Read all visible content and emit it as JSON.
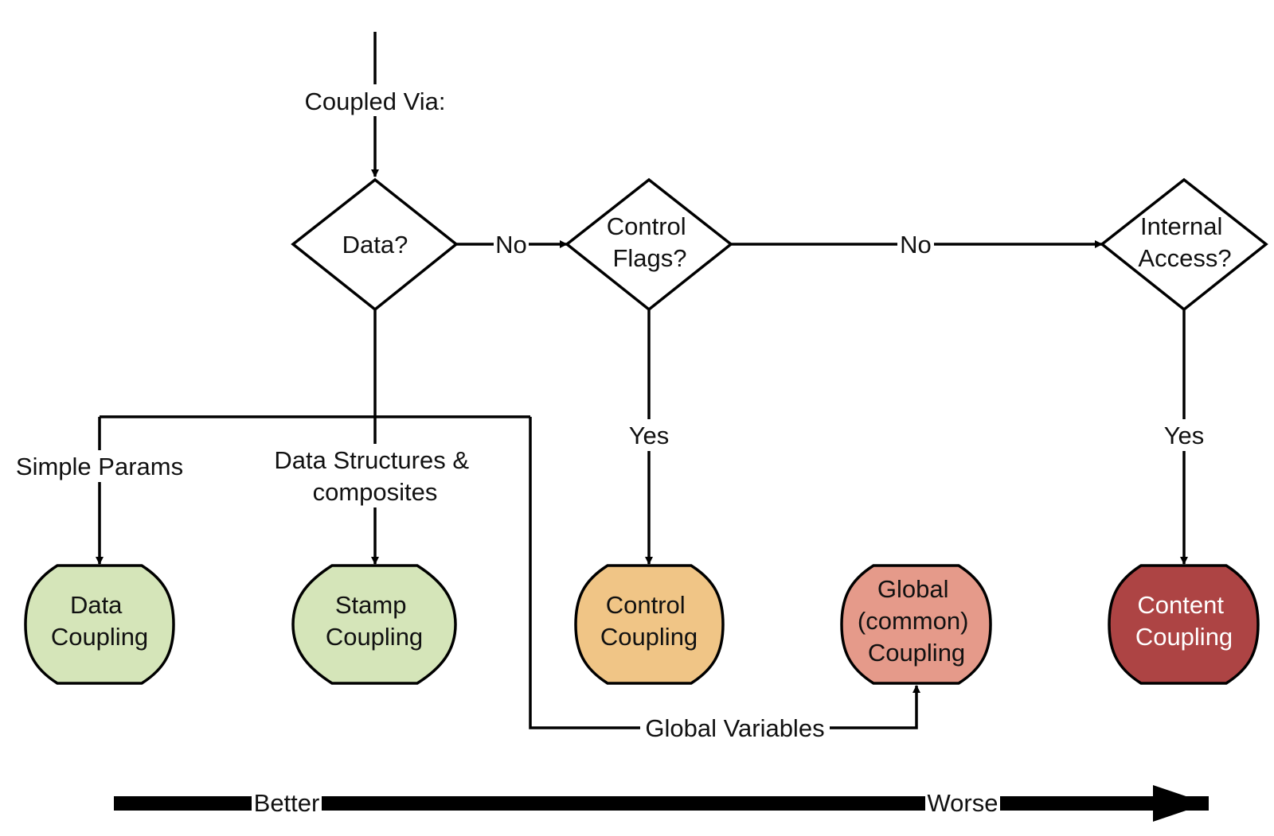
{
  "nodes": {
    "decision_data": {
      "lines": [
        "Data?"
      ]
    },
    "decision_control": {
      "lines": [
        "Control",
        "Flags?"
      ]
    },
    "decision_internal": {
      "lines": [
        "Internal",
        "Access?"
      ]
    },
    "outcome_data": {
      "lines": [
        "Data",
        "Coupling"
      ],
      "fill": "#d5e5b9"
    },
    "outcome_stamp": {
      "lines": [
        "Stamp",
        "Coupling"
      ],
      "fill": "#d5e5b9"
    },
    "outcome_control": {
      "lines": [
        "Control",
        "Coupling"
      ],
      "fill": "#f0c586"
    },
    "outcome_global": {
      "lines": [
        "Global",
        "(common)",
        "Coupling"
      ],
      "fill": "#e59a8a"
    },
    "outcome_content": {
      "lines": [
        "Content",
        "Coupling"
      ],
      "fill": "#ad4444",
      "text_color": "#ffffff"
    }
  },
  "edge_labels": {
    "entry": "Coupled Via:",
    "data_no": "No",
    "control_no": "No",
    "control_yes": "Yes",
    "internal_yes": "Yes",
    "simple_params": "Simple Params",
    "data_structures": [
      "Data Structures &",
      "composites"
    ],
    "global_variables": "Global Variables"
  },
  "scale": {
    "better": "Better",
    "worse": "Worse",
    "color": "#000000"
  }
}
